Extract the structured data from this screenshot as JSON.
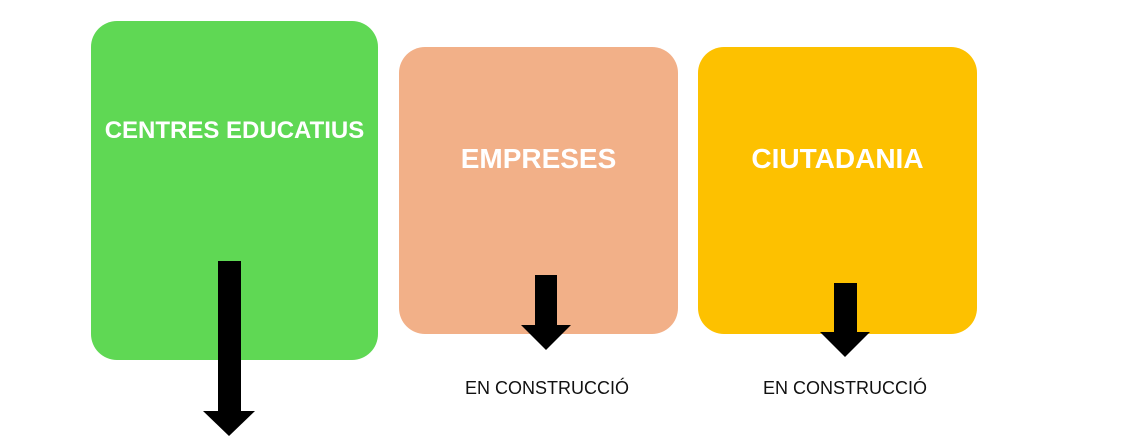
{
  "cards": [
    {
      "title": "CENTRES EDUCATIUS",
      "color": "#5fd854"
    },
    {
      "title": "EMPRESES",
      "color": "#f2b088",
      "status": "EN CONSTRUCCIÓ"
    },
    {
      "title": "CIUTADANIA",
      "color": "#fdc100",
      "status": "EN CONSTRUCCIÓ"
    }
  ],
  "arrow_color": "#000000"
}
